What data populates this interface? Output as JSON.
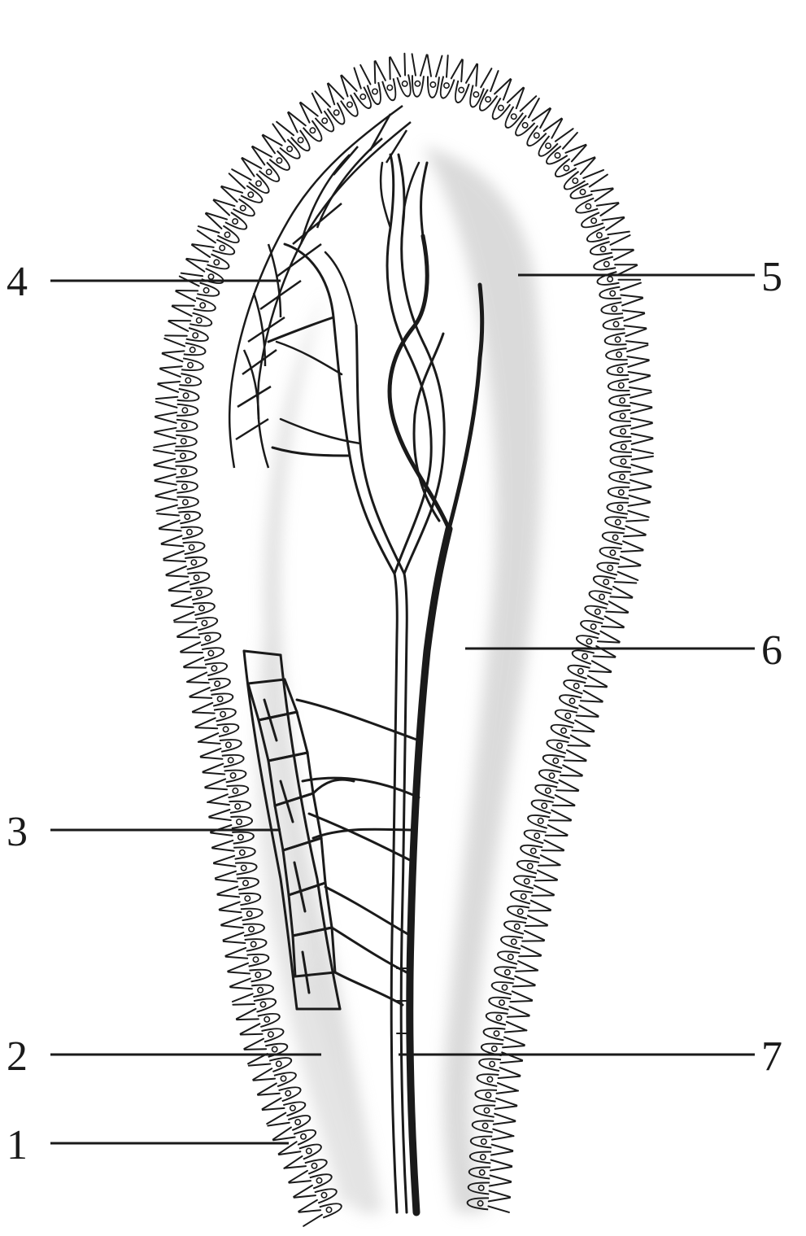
{
  "labels": {
    "l1": "1",
    "l2": "2",
    "l3": "3",
    "l4": "4",
    "l5": "5",
    "l6": "6",
    "l7": "7"
  },
  "colors": {
    "ink": "#1a1a1a",
    "connective": "#c8c8c8",
    "background": "#ffffff"
  }
}
